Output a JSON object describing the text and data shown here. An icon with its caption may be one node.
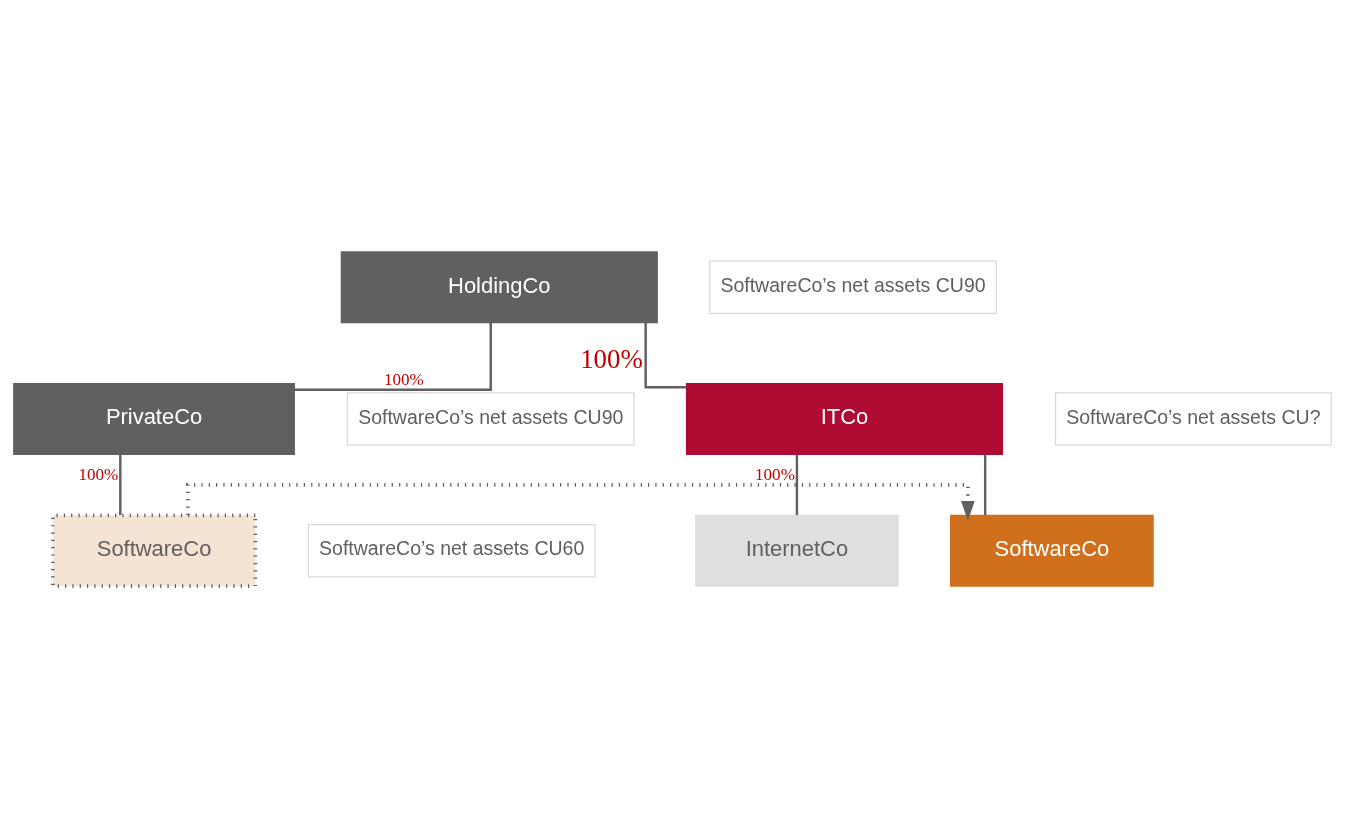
{
  "diagram": {
    "nodes": [
      {
        "text": [
          "HoldingCo"
        ]
      },
      {
        "text": [
          "SoftwareCo’s net assets CU90"
        ]
      },
      {
        "text": [
          "PrivateCo"
        ]
      },
      {
        "text": [
          "ITCo"
        ]
      },
      {
        "text": [
          "SoftwareCo’s net assets CU?"
        ]
      },
      {
        "text": [
          "SoftwareCo’s net assets CU90"
        ]
      },
      {
        "text": [
          "SoftwareCo"
        ]
      },
      {
        "text": [
          "InternetCo"
        ]
      },
      {
        "text": [
          "SoftwareCo’s net assets CU60"
        ]
      },
      {
        "text": [
          "SoftwareCo"
        ]
      }
    ],
    "edges": [
      {
        "from": 0,
        "to": 2,
        "arrow": "none",
        "label": "100%"
      },
      {
        "from": 0,
        "to": 3,
        "arrow": "none",
        "label": "100%"
      },
      {
        "from": 2,
        "to": 6,
        "arrow": "none",
        "label": "100%"
      },
      {
        "from": 3,
        "to": 7,
        "arrow": "none",
        "label": "100%"
      },
      {
        "from": 3,
        "to": 9,
        "arrow": "none"
      },
      {
        "from": 6,
        "to": 9,
        "arrow": "to",
        "style": "dashed"
      }
    ]
  }
}
